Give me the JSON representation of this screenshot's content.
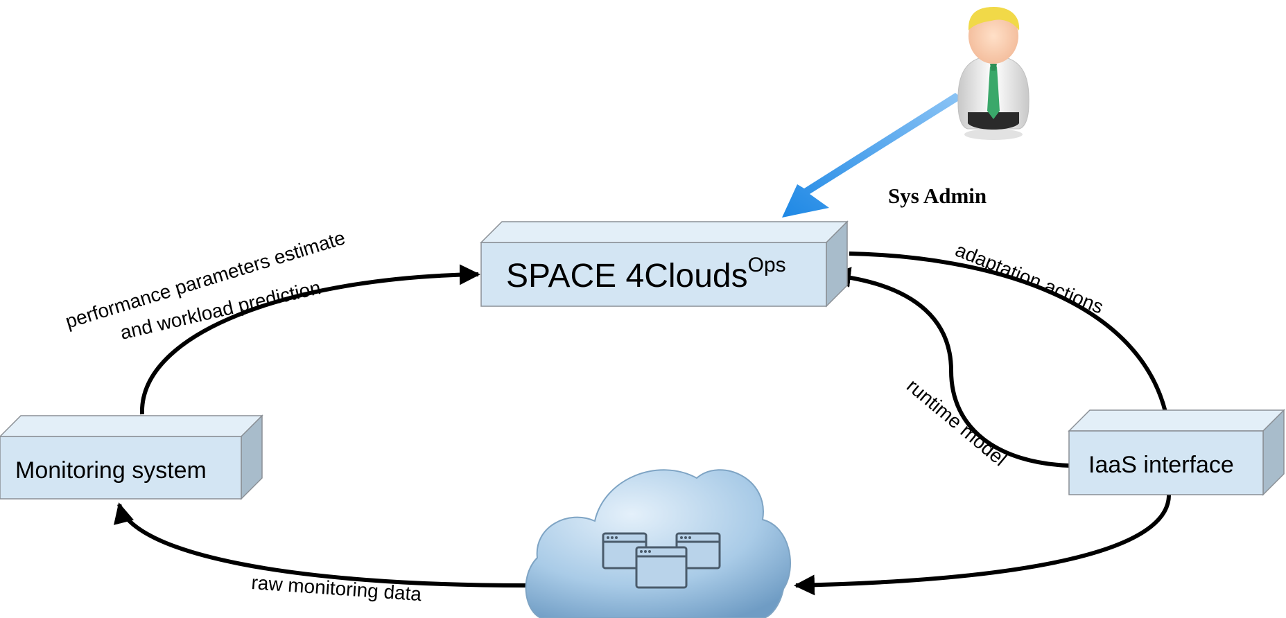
{
  "diagram": {
    "nodes": {
      "space4clouds": {
        "label": "SPACE 4Clouds",
        "superscript": "Ops"
      },
      "monitoring": {
        "label": "Monitoring system"
      },
      "iaas": {
        "label": "IaaS interface"
      },
      "cloud": {
        "icon": "cloud-with-windows-icon"
      },
      "sysadmin": {
        "label": "Sys Admin",
        "icon": "user-avatar-icon"
      }
    },
    "edges": {
      "perf_line1": "performance parameters estimate",
      "perf_line2": "and workload prediction",
      "adaptation": "adaptation actions",
      "runtime": "runtime model",
      "raw": "raw monitoring data"
    },
    "colors": {
      "box_front": "#d3e5f3",
      "box_top": "#e3eff8",
      "box_side": "#a8bccb",
      "box_stroke": "#8a8f95",
      "admin_arrow": "#1e88e5",
      "cloud": "#9fc2e0"
    }
  }
}
